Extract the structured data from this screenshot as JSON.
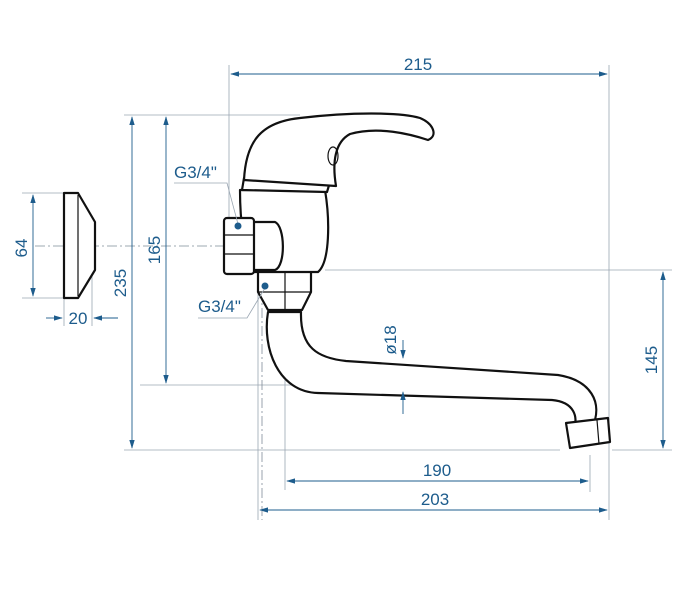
{
  "diagram": {
    "accent_color": "#1d5c8c",
    "line_color": "#111111",
    "dimensions": {
      "overall_width": "215",
      "escutcheon_height": "64",
      "escutcheon_depth": "20",
      "total_height": "235",
      "body_height": "165",
      "spout_height": "145",
      "spout_diameter": "ø18",
      "spout_reach_inner": "190",
      "spout_reach_outer": "203"
    },
    "thread_labels": {
      "inlet": "G3/4\"",
      "outlet": "G3/4\""
    }
  }
}
